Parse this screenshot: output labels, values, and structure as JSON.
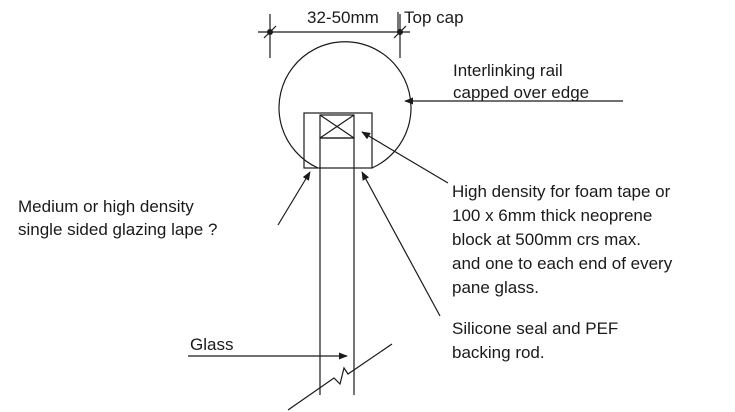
{
  "labels": {
    "dimension": "32-50mm",
    "top_cap": "Top cap",
    "interlinking_rail": [
      "Interlinking rail",
      "capped over edge"
    ],
    "glazing_tape": [
      "Medium or high density",
      "single sided glazing lape ?"
    ],
    "foam_tape": [
      "High density for foam tape or",
      "100 x 6mm thick neoprene",
      "block at 500mm crs max.",
      "and one to each end of every",
      "pane glass."
    ],
    "silicone_seal": [
      "Silicone seal and PEF",
      "backing rod."
    ],
    "glass": "Glass"
  },
  "colors": {
    "line": "#1a1a1a",
    "text": "#1a1a1a",
    "background": "#ffffff"
  }
}
